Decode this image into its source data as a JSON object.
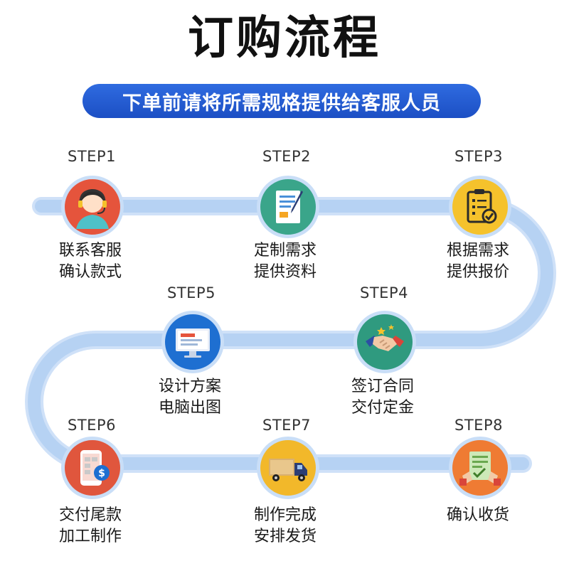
{
  "header": {
    "title": "订购流程",
    "subtitle": "下单前请将所需规格提供给客服人员"
  },
  "colors": {
    "track": "#b9d5f5",
    "pill": "#1c4fc4",
    "step1": "#e5543c",
    "step2": "#3aa58a",
    "step3": "#f5c22c",
    "step4": "#2f9a7f",
    "step5": "#1e6fd1",
    "step6": "#e0563d",
    "step7": "#f2b82a",
    "step8": "#ef7b33"
  },
  "steps": [
    {
      "label": "STEP1",
      "line1": "联系客服",
      "line2": "确认款式",
      "icon": "customer-service-icon"
    },
    {
      "label": "STEP2",
      "line1": "定制需求",
      "line2": "提供资料",
      "icon": "document-pen-icon"
    },
    {
      "label": "STEP3",
      "line1": "根据需求",
      "line2": "提供报价",
      "icon": "clipboard-check-icon"
    },
    {
      "label": "STEP4",
      "line1": "签订合同",
      "line2": "交付定金",
      "icon": "handshake-icon"
    },
    {
      "label": "STEP5",
      "line1": "设计方案",
      "line2": "电脑出图",
      "icon": "monitor-icon"
    },
    {
      "label": "STEP6",
      "line1": "交付尾款",
      "line2": "加工制作",
      "icon": "phone-payment-icon"
    },
    {
      "label": "STEP7",
      "line1": "制作完成",
      "line2": "安排发货",
      "icon": "delivery-truck-icon"
    },
    {
      "label": "STEP8",
      "line1": "确认收货",
      "line2": "",
      "icon": "receipt-confirm-icon"
    }
  ]
}
